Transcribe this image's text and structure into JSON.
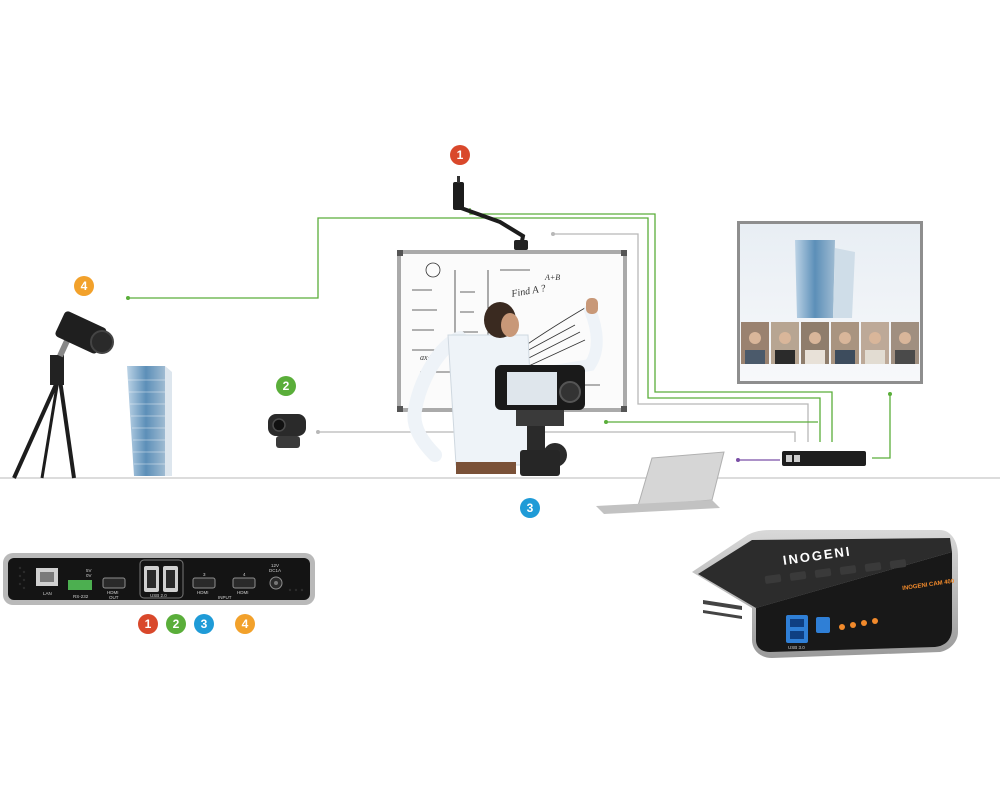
{
  "badges": {
    "overhead_camera": "1",
    "conference_camera": "2",
    "laptop": "3",
    "dslr_camera": "4",
    "port_1": "1",
    "port_2": "2",
    "port_3": "3",
    "port_4": "4"
  },
  "colors": {
    "badge_1": "#d9482b",
    "badge_2": "#5aae3a",
    "badge_3": "#1f9bd7",
    "badge_4": "#f2a12b",
    "line_green": "#5aae3a",
    "line_gray": "#b8b8b8",
    "line_purple": "#7a4fa6"
  },
  "rear_panel": {
    "lan": "LAN",
    "rs232": "RS-232",
    "hdmi_out_top": "HDMI",
    "hdmi_out_bottom": "OUT",
    "usb": "USB 2.0",
    "hdmi_3": "HDMI",
    "hdmi_4": "HDMI",
    "input": "INPUT",
    "power_top": "12V",
    "power_bottom": "DC1A",
    "port_num_3": "3",
    "port_num_4": "4",
    "voltage_5v": "5V",
    "voltage_0v": "0V"
  },
  "front_device": {
    "logo": "INOGENI",
    "model": "INOGENI CAM 400",
    "usb_label": "USB 3.0"
  },
  "whiteboard_text": [
    "Find A ?",
    "A+B",
    "ax+b"
  ]
}
